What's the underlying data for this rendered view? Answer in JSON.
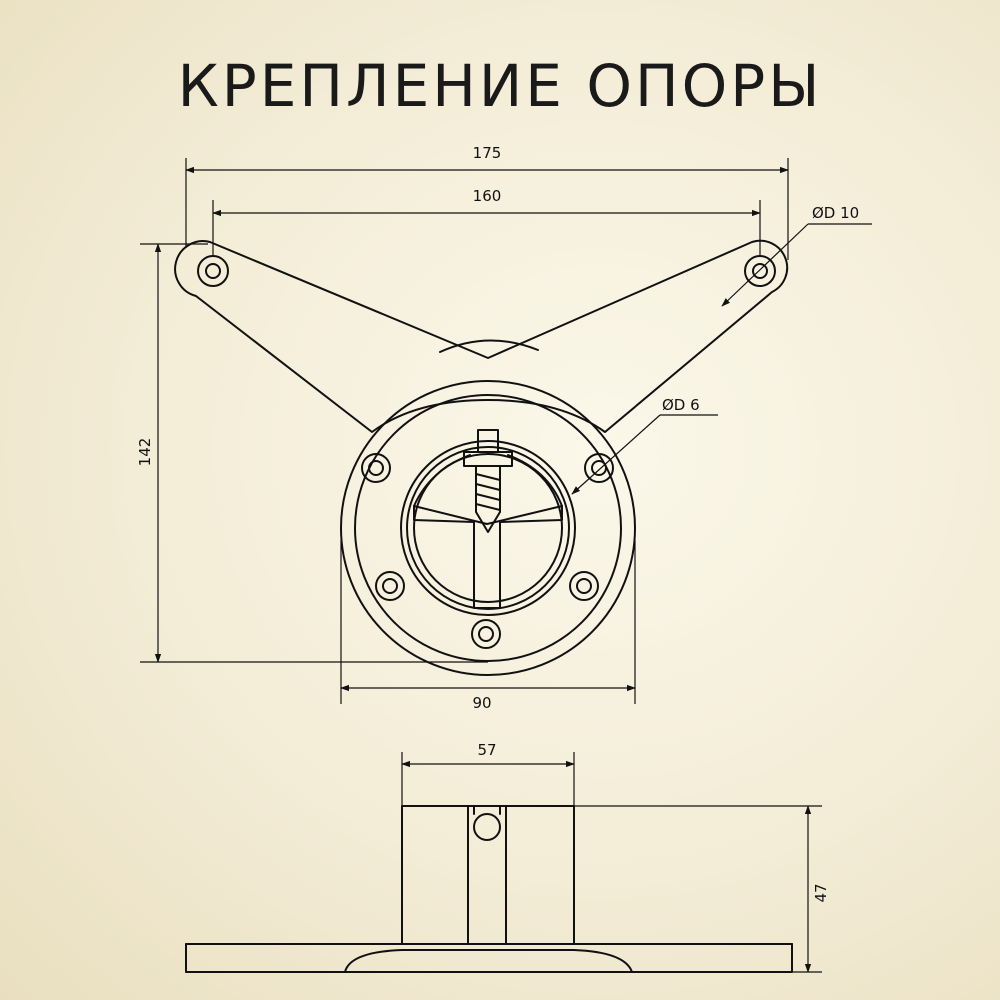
{
  "title": "КРЕПЛЕНИЕ ОПОРЫ",
  "dimensions": {
    "overall_width": "175",
    "hole_spacing": "160",
    "height": "142",
    "flange_diameter": "90",
    "tube_diameter": "57",
    "side_height": "47"
  },
  "callouts": {
    "large_hole": "ØD 10",
    "small_hole": "ØD 6"
  },
  "colors": {
    "line": "#111111",
    "background": "#f6f1de"
  }
}
